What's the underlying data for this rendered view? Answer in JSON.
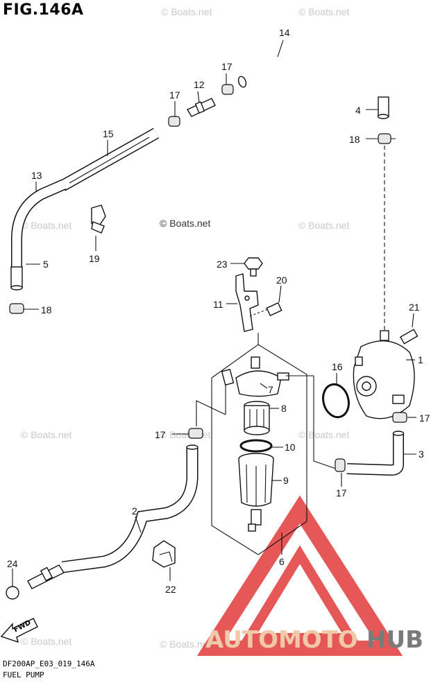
{
  "figure": {
    "title": "FIG.146A",
    "footer_code": "DF200AP_E03_019_146A",
    "footer_name": "FUEL PUMP",
    "fwd_label": "FWD"
  },
  "watermarks": {
    "small": "© Boats.net",
    "main": "© Boats.net"
  },
  "brand": {
    "part1": "AUTOMOTO",
    "part2": "HUB",
    "color_part1": "#f0c9a8",
    "color_part2": "#7a7a7a",
    "logo_color": "#e23a3a"
  },
  "callouts": {
    "c1": "1",
    "c2": "2",
    "c3": "3",
    "c4": "4",
    "c5": "5",
    "c6": "6",
    "c7": "7",
    "c8": "8",
    "c9": "9",
    "c10": "10",
    "c11": "11",
    "c12": "12",
    "c13": "13",
    "c14": "14",
    "c15": "15",
    "c16": "16",
    "c17a": "17",
    "c17b": "17",
    "c17c": "17",
    "c17d": "17",
    "c17e": "17",
    "c18a": "18",
    "c18b": "18",
    "c19": "19",
    "c20": "20",
    "c21": "21",
    "c22": "22",
    "c23": "23",
    "c24": "24"
  }
}
